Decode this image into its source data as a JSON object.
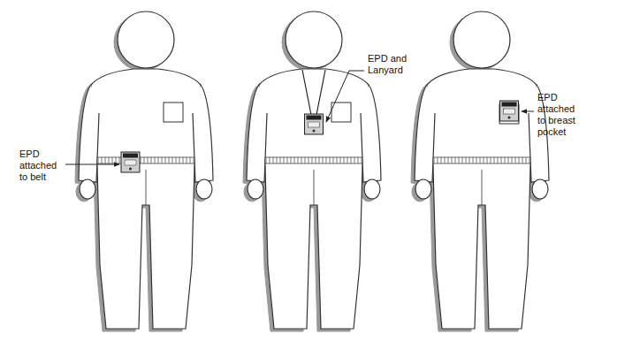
{
  "diagram": {
    "labels": [
      "EPD attached to belt",
      "EPD and Lanyard",
      "EPD attached to breast pocket"
    ]
  }
}
